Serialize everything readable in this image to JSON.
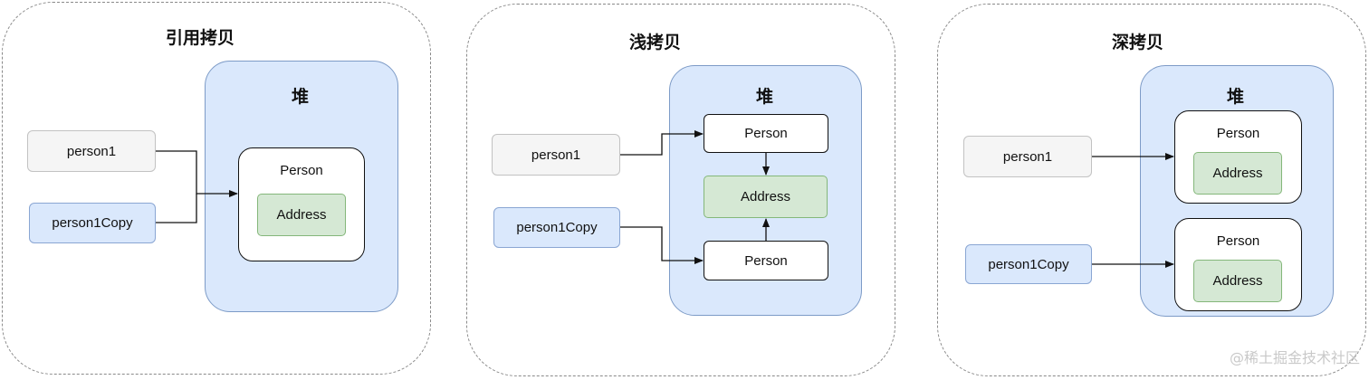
{
  "panels": [
    {
      "title": "引用拷贝",
      "heap_title": "堆",
      "var1": "person1",
      "var2": "person1Copy",
      "person": "Person",
      "address": "Address"
    },
    {
      "title": "浅拷贝",
      "heap_title": "堆",
      "var1": "person1",
      "var2": "person1Copy",
      "person_a": "Person",
      "address": "Address",
      "person_b": "Person"
    },
    {
      "title": "深拷贝",
      "heap_title": "堆",
      "var1": "person1",
      "var2": "person1Copy",
      "person_a": "Person",
      "address_a": "Address",
      "person_b": "Person",
      "address_b": "Address"
    }
  ],
  "watermark": "@稀土掘金技术社区",
  "colors": {
    "heap_fill": "#dae8fc",
    "address_fill": "#d5e8d4",
    "var_gray_fill": "#f5f5f5",
    "var_blue_fill": "#dae8fc"
  }
}
